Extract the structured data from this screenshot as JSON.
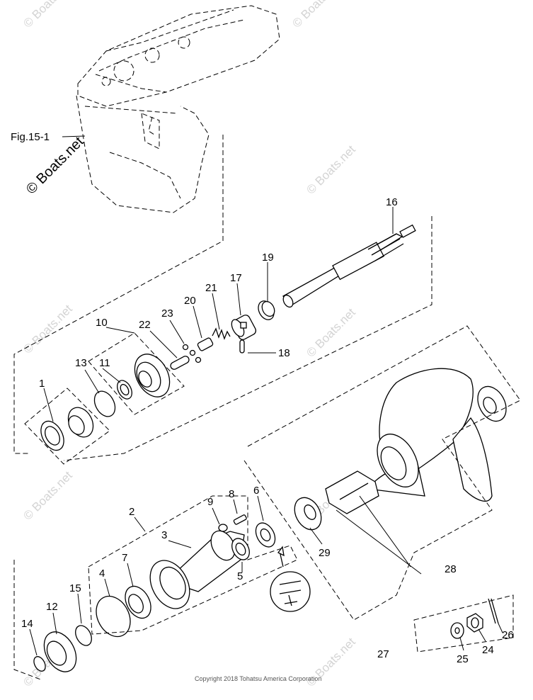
{
  "figure_reference": "Fig.15-1",
  "watermark_main": "© Boats.net",
  "watermark_faint": "© Boats.net",
  "copyright": "Copyright 2018 Tohatsu America Corporation",
  "part_numbers": {
    "p1": "1",
    "p2": "2",
    "p3": "3",
    "p4": "4",
    "p5": "5",
    "p6": "6",
    "p7": "7",
    "p8": "8",
    "p9": "9",
    "p10": "10",
    "p11": "11",
    "p12": "12",
    "p13": "13",
    "p14": "14",
    "p15": "15",
    "p16": "16",
    "p17": "17",
    "p18": "18",
    "p19": "19",
    "p20": "20",
    "p21": "21",
    "p22": "22",
    "p23": "23",
    "p24": "24",
    "p25": "25",
    "p26": "26",
    "p27": "27",
    "p28": "28",
    "p29": "29"
  },
  "colors": {
    "line": "#000000",
    "watermark": "#d4d4d4",
    "background": "#ffffff"
  }
}
